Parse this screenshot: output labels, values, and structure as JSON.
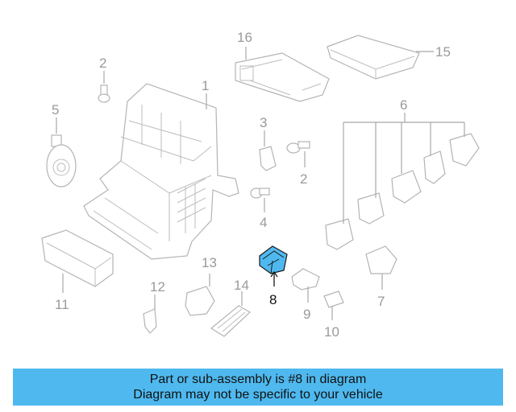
{
  "diagram": {
    "callouts": {
      "c1": "1",
      "c2a": "2",
      "c2b": "2",
      "c3": "3",
      "c4": "4",
      "c5": "5",
      "c6": "6",
      "c7": "7",
      "c8": "8",
      "c9": "9",
      "c10": "10",
      "c11": "11",
      "c12": "12",
      "c13": "13",
      "c14": "14",
      "c15": "15",
      "c16": "16"
    },
    "highlighted_part": "8",
    "colors": {
      "highlight": "#4fb9ef",
      "line": "#b4b4b4",
      "banner": "#4fb9ef"
    }
  },
  "banner": {
    "line1": "Part or sub-assembly is #8 in diagram",
    "line2": "Diagram may not be specific to your vehicle"
  }
}
